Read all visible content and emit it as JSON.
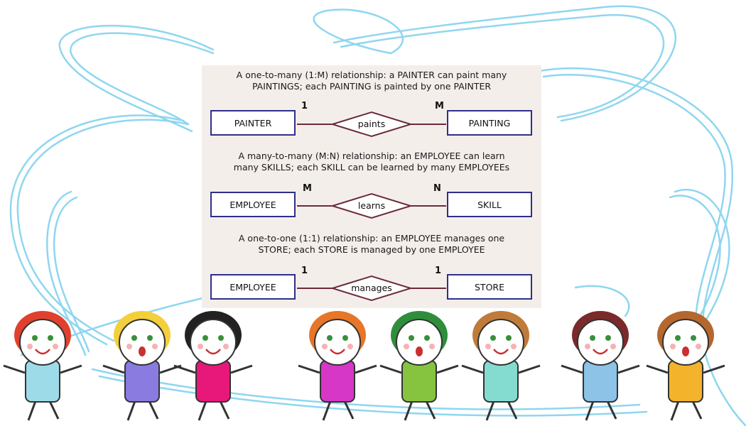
{
  "diagrams": [
    {
      "caption_lines": [
        "A one-to-many (1:M) relationship: a PAINTER can paint many",
        "PAINTINGS; each PAINTING is painted by one PAINTER"
      ],
      "left_entity": "PAINTER",
      "relationship": "paints",
      "right_entity": "PAINTING",
      "left_cardinality": "1",
      "right_cardinality": "M"
    },
    {
      "caption_lines": [
        "A many-to-many (M:N) relationship: an EMPLOYEE can learn",
        "many SKILLS; each SKILL can be learned by many EMPLOYEEs"
      ],
      "left_entity": "EMPLOYEE",
      "relationship": "learns",
      "right_entity": "SKILL",
      "left_cardinality": "M",
      "right_cardinality": "N"
    },
    {
      "caption_lines": [
        "A one-to-one (1:1) relationship: an EMPLOYEE manages one",
        "STORE; each STORE is managed by one EMPLOYEE"
      ],
      "left_entity": "EMPLOYEE",
      "relationship": "manages",
      "right_entity": "STORE",
      "left_cardinality": "1",
      "right_cardinality": "1"
    }
  ],
  "colors": {
    "entity_border": "#2f2f8a",
    "connector": "#6b2a3c",
    "scribble": "#8fd6ef",
    "panel_bg": "#f4eeea"
  },
  "decoration": {
    "children": [
      {
        "name": "kid-red-hair",
        "shirt": "#9edbe8",
        "hair": "#e0412e"
      },
      {
        "name": "kid-blonde-hair",
        "shirt": "#8a7be0",
        "hair": "#f4cf3c"
      },
      {
        "name": "kid-black-hair",
        "shirt": "#e8177a",
        "hair": "#222222"
      },
      {
        "name": "kid-orange-hair",
        "shirt": "#d637c6",
        "hair": "#e87628"
      },
      {
        "name": "kid-green-hair",
        "shirt": "#86c440",
        "hair": "#2e8e3c"
      },
      {
        "name": "kid-brown-hair",
        "shirt": "#84dcd0",
        "hair": "#c07b3a"
      },
      {
        "name": "kid-pink-bow",
        "shirt": "#8cc3e6",
        "hair": "#7a2a2a"
      },
      {
        "name": "kid-yellow-shirt",
        "shirt": "#f3b32a",
        "hair": "#b5672e"
      }
    ]
  }
}
